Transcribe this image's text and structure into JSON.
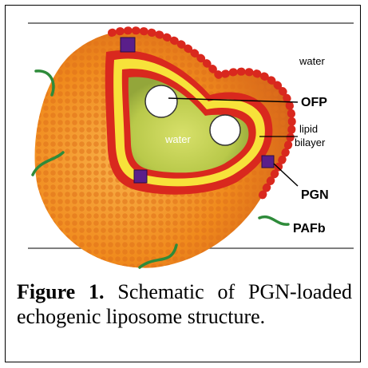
{
  "diagram": {
    "labels": {
      "water_outer": "water",
      "water_inner": "water",
      "ofp": "OFP",
      "lipid": "lipid",
      "bilayer": "bilayer",
      "pgn": "PGN",
      "pafb": "PAFb"
    },
    "colors": {
      "outer_shell": "#f08a1c",
      "head_groups": "#d9281e",
      "tail_layer": "#f7e23a",
      "inner_core": "#b9c94a",
      "pgn_cube": "#5a1f8a",
      "pafb_strand": "#2e8b3a"
    }
  },
  "caption": {
    "label": "Figure 1.",
    "text": " Schematic of PGN-loaded echogenic liposome structure."
  }
}
